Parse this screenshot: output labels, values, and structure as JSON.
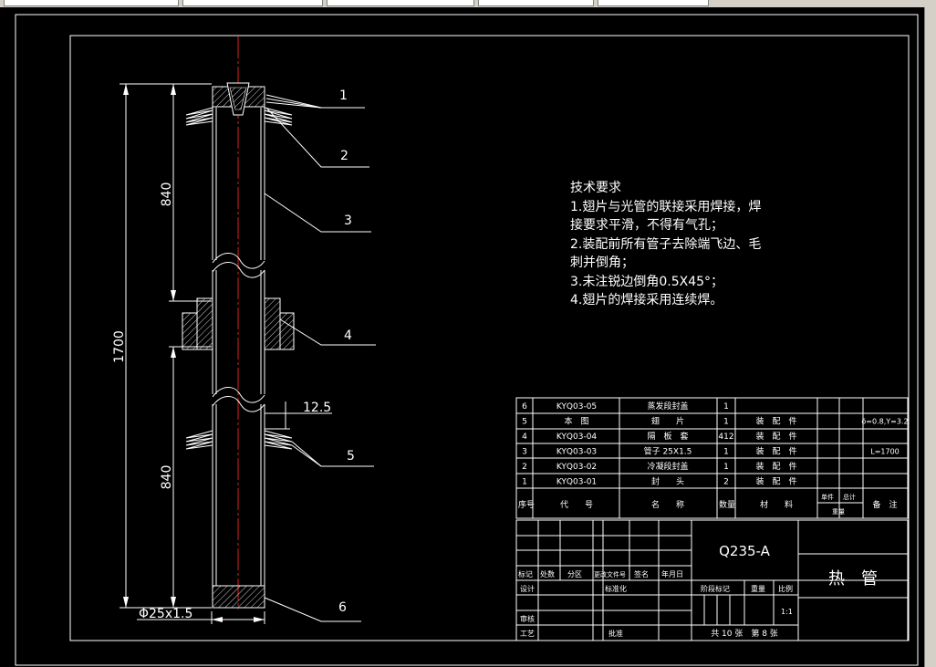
{
  "tech_requirements": {
    "title": "技术要求",
    "lines": [
      "1.翅片与光管的联接采用焊接，焊",
      "接要求平滑，不得有气孔；",
      "2.装配前所有管子去除端飞边、毛",
      "刺并倒角；",
      "3.未注锐边倒角0.5X45°；",
      "4.翅片的焊接采用连续焊。"
    ]
  },
  "dimensions": {
    "top_length": "840",
    "bottom_length": "840",
    "total_length": "1700",
    "fin_height": "12.5",
    "tube_size": "Φ25x1.5"
  },
  "leaders": [
    "1",
    "2",
    "3",
    "4",
    "5",
    "6"
  ],
  "bom": [
    {
      "no": "6",
      "code": "KYQ03-05",
      "name": "蒸发段封盖",
      "qty": "1",
      "material": "",
      "note": ""
    },
    {
      "no": "5",
      "code": "本　图",
      "name": "翅　　片",
      "qty": "1",
      "material": "装　配　件",
      "note": "δ=0.8,Y=3.2"
    },
    {
      "no": "4",
      "code": "KYQ03-04",
      "name": "隔　板　套",
      "qty": "412",
      "material": "装　配　件",
      "note": ""
    },
    {
      "no": "3",
      "code": "KYQ03-03",
      "name": "管子 25X1.5",
      "qty": "1",
      "material": "装　配　件",
      "note": "L=1700"
    },
    {
      "no": "2",
      "code": "KYQ03-02",
      "name": "冷凝段封盖",
      "qty": "1",
      "material": "装　配　件",
      "note": ""
    },
    {
      "no": "1",
      "code": "KYQ03-01",
      "name": "封　　头",
      "qty": "2",
      "material": "装　配　件",
      "note": ""
    }
  ],
  "bom_header": {
    "no": "序号",
    "code": "代　　号",
    "name": "名　　称",
    "qty": "数量",
    "material": "材　　料",
    "single": "单件",
    "total": "总计",
    "weight": "重量",
    "note": "备　注"
  },
  "title_block": {
    "material": "Q235-A",
    "part_name": "热　管",
    "col_labels": [
      "标记",
      "处数",
      "分区",
      "更改文件号",
      "签名",
      "年月日"
    ],
    "roles": {
      "design": "设计",
      "standard": "标准化",
      "review": "审核",
      "process": "工艺",
      "approve": "批准"
    },
    "stage_mark": "阶段标记",
    "weight": "重量",
    "scale": "比例",
    "scale_value": "1:1",
    "sheets": "共 10 张　第 8 张"
  }
}
